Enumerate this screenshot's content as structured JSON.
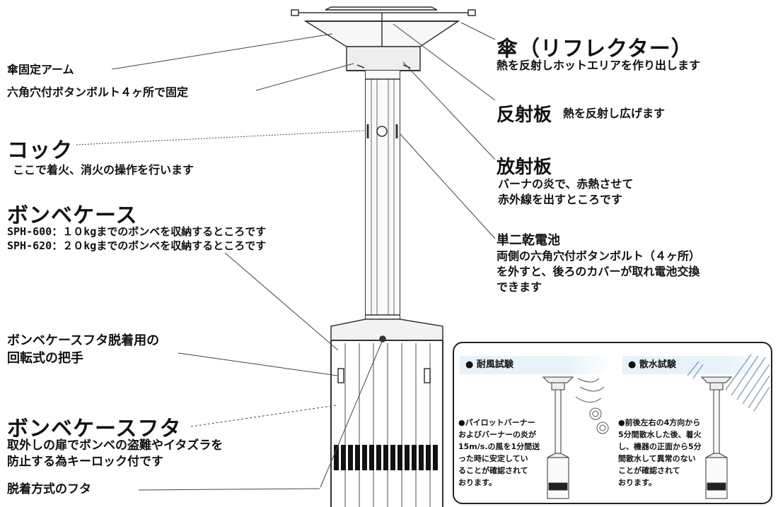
{
  "labels": {
    "umbrella_title": "傘（リフレクター）",
    "umbrella_desc": "熱を反射しホットエリアを作り出します",
    "arm_title": "傘固定アーム",
    "arm_desc": "六角穴付ボタンボルト４ヶ所で固定",
    "reflector_title": "反射板",
    "reflector_desc": "熱を反射し広げます",
    "cock_title": "コック",
    "cock_desc": "ここで着火、消火の操作を行います",
    "radiator_title": "放射板",
    "radiator_desc": [
      "バーナの炎で、赤熱させて",
      "赤外線を出すところです"
    ],
    "case_title": "ボンベケース",
    "case_lines": [
      "SPH-600：１０kgまでのボンベを収納するところです",
      "SPH-620：２０kgまでのボンベを収納するところです"
    ],
    "battery_title": "単二乾電池",
    "battery_desc": [
      "両側の六角穴付ボタンボルト（４ヶ所）",
      "を外すと、後ろのカバーが取れ電池交換",
      "できます"
    ],
    "handle_desc": [
      "ボンベケースフタ脱着用の",
      "回転式の把手"
    ],
    "lid_title": "ボンベケースフタ",
    "lid_desc": [
      "取外しの扉でボンベの盗難やイタズラを",
      "防止する為キーロック付です"
    ],
    "detach_lid": "脱着方式のフタ"
  },
  "inset": {
    "wind_test_title": "● 耐風試験",
    "wind_test_desc": [
      "●パイロットバーナー",
      "およびバーナーの炎が",
      "15m/s.の風を1分間送",
      "った時に安定してい",
      "ることが確認されて",
      "おります。"
    ],
    "water_test_title": "● 散水試験",
    "water_test_desc": [
      "●前後左右の4方向から",
      "5分間散水した後、着火",
      "し、機器の正面から5分",
      "間散水して異常のない",
      "ことが確認されて",
      "おります。"
    ]
  },
  "colors": {
    "text": "#111111",
    "line": "#333333",
    "inset_header_bg": "#e6f3fb",
    "water": "#8fa4b8"
  }
}
